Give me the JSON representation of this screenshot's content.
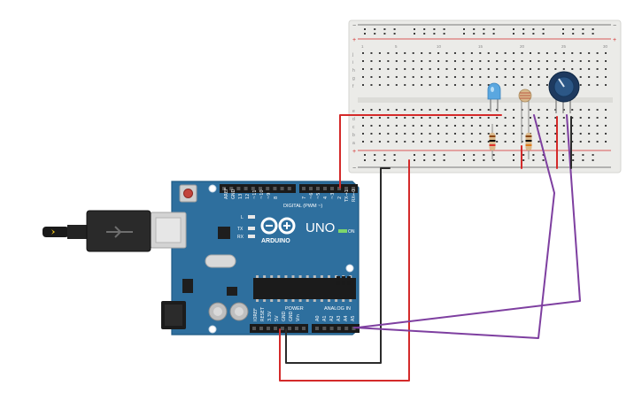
{
  "board": {
    "logo_brand": "ARDUINO",
    "model": "UNO",
    "digital_header": "DIGITAL (PWM ~)",
    "power_header": "POWER",
    "analog_header": "ANALOG IN",
    "on_label": "ON",
    "l_label": "L",
    "tx_label": "TX",
    "rx_label": "RX",
    "aref": "AREF",
    "gnd_top": "GND",
    "d13": "13",
    "d12": "12",
    "d11": "~11",
    "d10": "~10",
    "d9": "~9",
    "d8": "8",
    "d7": "7",
    "d6": "~6",
    "d5": "~5",
    "d4": "4",
    "d3": "~3",
    "d2": "2",
    "d1": "TX→1",
    "d0": "RX←0",
    "ioref": "IOREF",
    "reset": "RESET",
    "v33": "3.3V",
    "v5": "5V",
    "gnd1": "GND",
    "gnd2": "GND",
    "vin": "Vin",
    "a0": "A0",
    "a1": "A1",
    "a2": "A2",
    "a3": "A3",
    "a4": "A4",
    "a5": "A5"
  },
  "breadboard": {
    "row_letters": [
      "j",
      "i",
      "h",
      "g",
      "f",
      "e",
      "d",
      "c",
      "b",
      "a"
    ],
    "column_numbers": [
      "1",
      "5",
      "10",
      "15",
      "20",
      "25",
      "30"
    ],
    "rail_plus": "+",
    "rail_minus": "−"
  },
  "colors": {
    "board": "#2e6f9e",
    "board_edge": "#1f5b85",
    "breadboard": "#ebebe8",
    "wire_red": "#d42a2a",
    "wire_black": "#2b2b2b",
    "wire_purple": "#7e3fa0",
    "led": "#5aa7e0",
    "potentiometer": "#1e3a5f"
  },
  "components": [
    "usb-cable",
    "arduino-uno",
    "breadboard",
    "blue-led",
    "photoresistor",
    "resistor",
    "resistor",
    "potentiometer"
  ]
}
